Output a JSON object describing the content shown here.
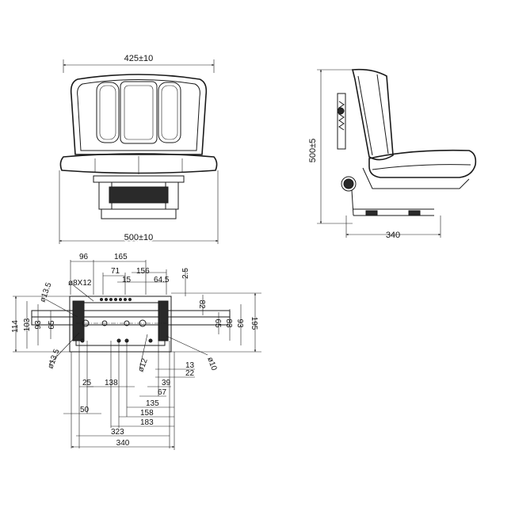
{
  "front_view": {
    "width_top": "425±10",
    "width_bottom": "500±10"
  },
  "side_view": {
    "height": "500±5",
    "depth": "340"
  },
  "base_plan": {
    "top_dims": [
      "96",
      "165",
      "71",
      "15",
      "156",
      "64.5",
      "2.5"
    ],
    "hole_labels": [
      "ø8X12",
      "ø13.5",
      "ø13.5",
      "ø12",
      "ø10"
    ],
    "left_dims": [
      "114",
      "103",
      "93",
      "65"
    ],
    "right_dims": [
      "82",
      "65",
      "83",
      "93",
      "195"
    ],
    "bottom_dims": [
      "13",
      "22",
      "39",
      "67",
      "25",
      "138",
      "135",
      "50",
      "158",
      "183",
      "323",
      "340"
    ]
  }
}
